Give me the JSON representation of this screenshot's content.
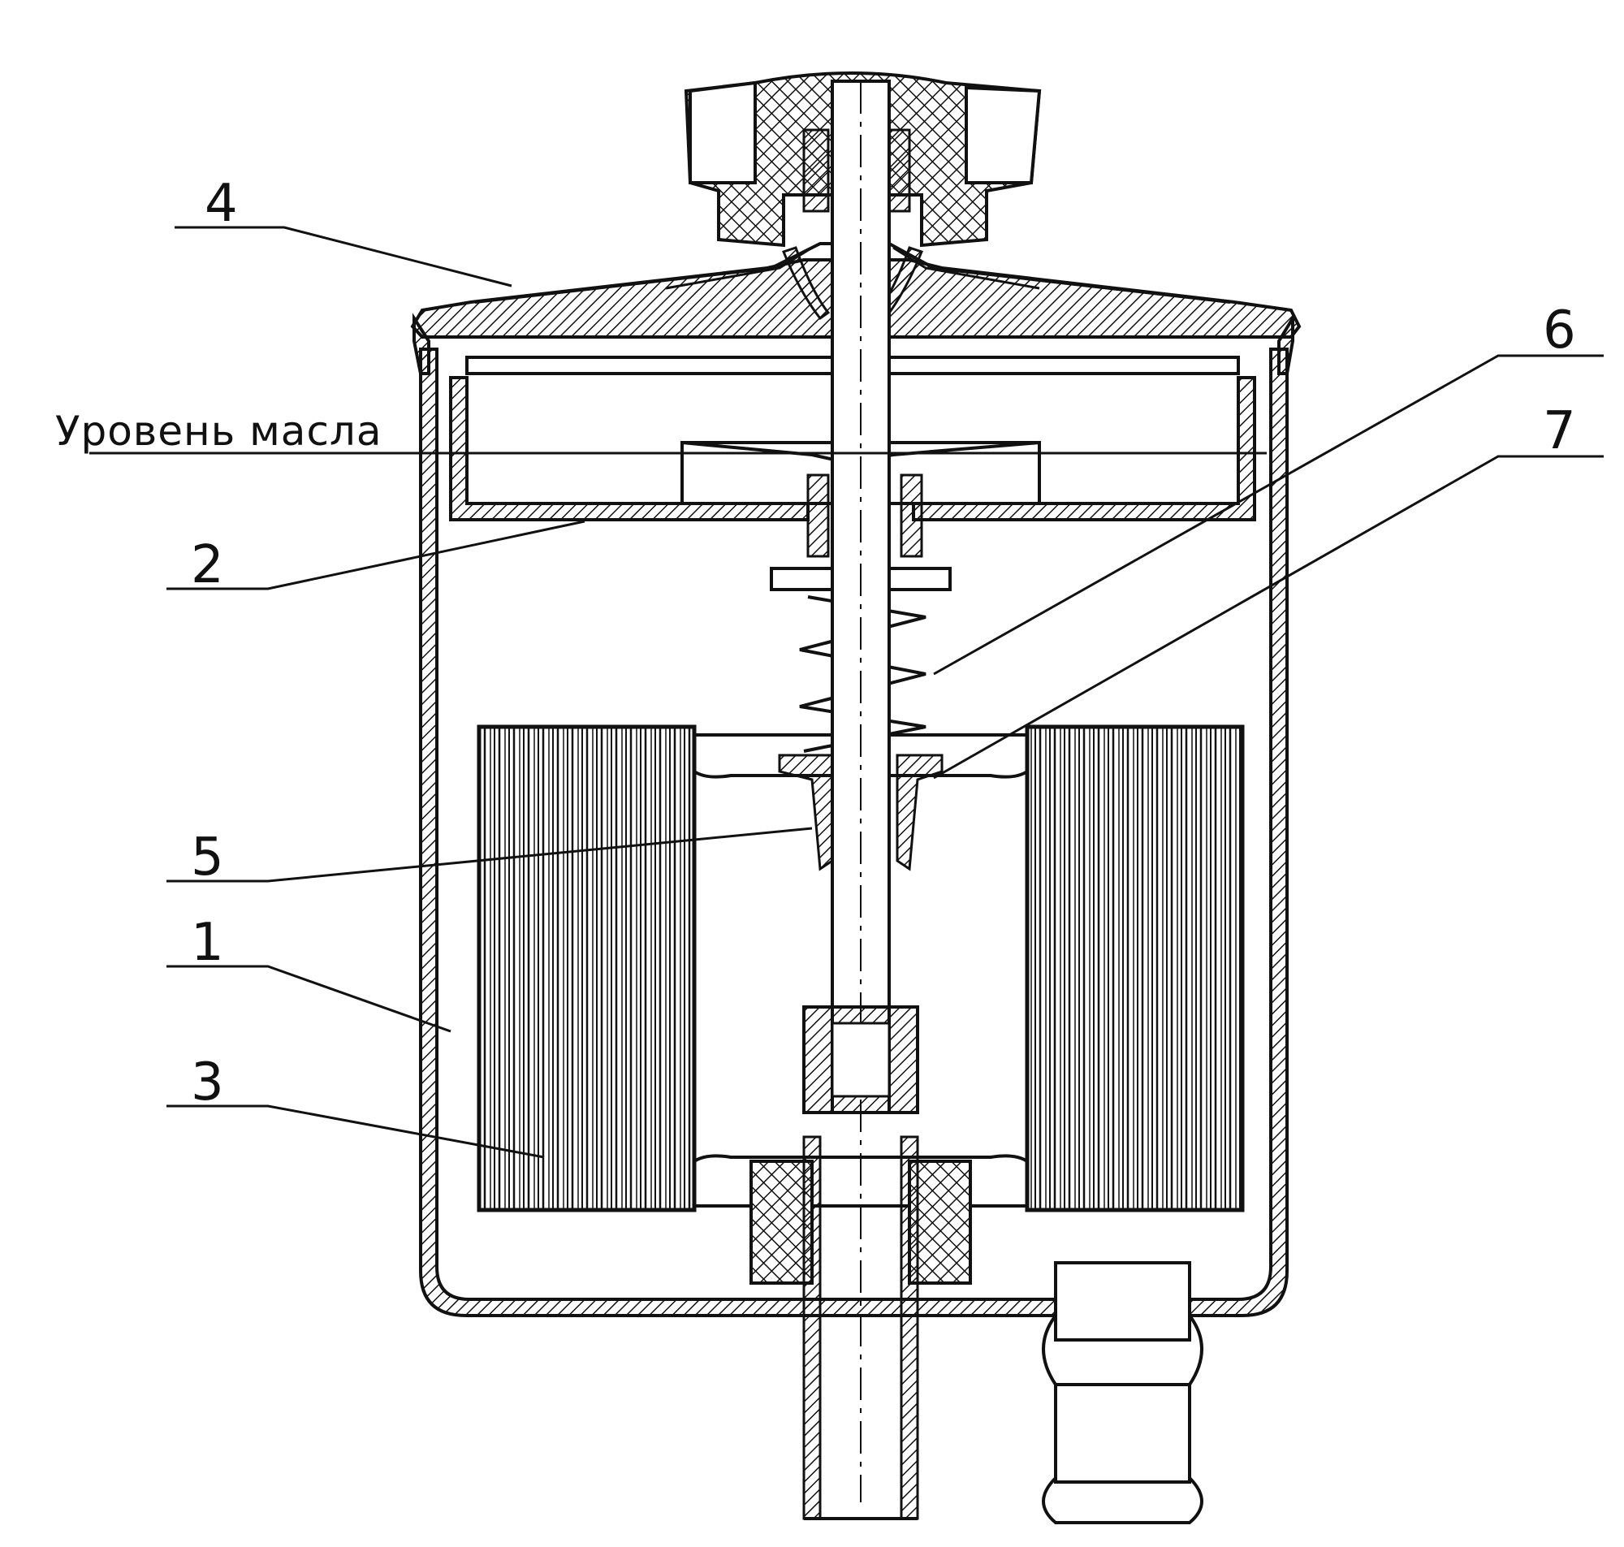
{
  "diagram": {
    "oil_level_label": "Уровень масла",
    "callouts": [
      {
        "id": "1",
        "text": "1"
      },
      {
        "id": "2",
        "text": "2"
      },
      {
        "id": "3",
        "text": "3"
      },
      {
        "id": "4",
        "text": "4"
      },
      {
        "id": "5",
        "text": "5"
      },
      {
        "id": "6",
        "text": "6"
      },
      {
        "id": "7",
        "text": "7"
      }
    ]
  }
}
